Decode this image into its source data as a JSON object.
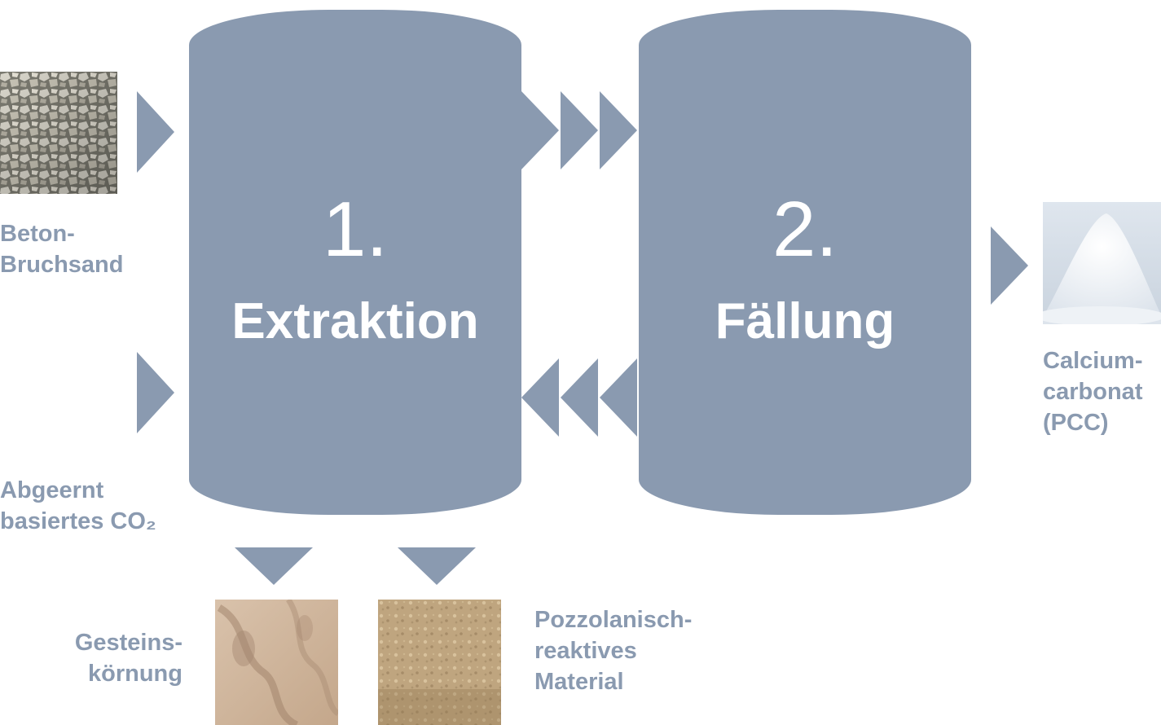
{
  "colors": {
    "tank": "#8a9ab0",
    "arrow": "#8a9ab0",
    "tank_text": "#ffffff",
    "caption": "#8a9ab0"
  },
  "stages": [
    {
      "number": "1.",
      "label": "Extraktion"
    },
    {
      "number": "2.",
      "label": "Fällung"
    }
  ],
  "captions": {
    "input_top": "Beton-\nBruchsand",
    "input_bottom": "Abgeernt\nbasiertes CO₂",
    "output": "Calcium-\ncarbonat\n(PCC)",
    "residue_left": "Gesteins-\nkörnung",
    "residue_right": "Pozzolanisch-\nreaktives\nMaterial"
  },
  "images": {
    "input_top": "concrete-gravel",
    "output": "white-powder",
    "residue_left": "sand",
    "residue_right": "soil"
  }
}
